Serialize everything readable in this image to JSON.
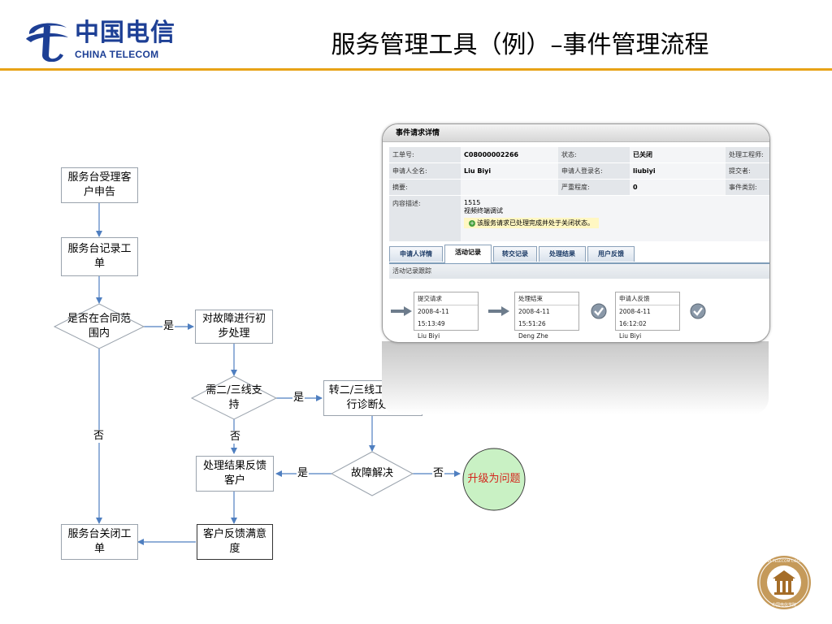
{
  "header": {
    "logo_cn": "中国电信",
    "logo_en": "CHINA TELECOM",
    "title": "服务管理工具（例）–事件管理流程",
    "rule_color": "#e8a317",
    "brand_color": "#1d3f95"
  },
  "flowchart": {
    "nodes": {
      "n1": "服务台受理客户申告",
      "n2": "服务台记录工单",
      "d1": "是否在合同范围内",
      "n3": "对故障进行初步处理",
      "d2": "需二/三线支持",
      "n4": "转二/三线工程师进行诊断处理",
      "d3": "故障解决",
      "n5": "处理结果反馈客户",
      "c1": "升级为问题",
      "n6": "服务台关闭工单",
      "n7": "客户反馈满意度"
    },
    "edge_labels": {
      "d1_yes": "是",
      "d1_no": "否",
      "d2_yes": "是",
      "d2_no": "否",
      "d3_yes": "是",
      "d3_no": "否"
    },
    "colors": {
      "arrow": "#4f7fc0",
      "circle_fill": "#c9f1c4",
      "circle_text": "#d4261d"
    }
  },
  "screenshot": {
    "title": "事件请求详情",
    "fields": {
      "ticket_label": "工单号:",
      "ticket_value": "C08000002266",
      "status_label": "状态:",
      "status_value": "已关闭",
      "engineer_label": "处理工程师:",
      "requester_label": "申请人全名:",
      "requester_value": "Liu Biyi",
      "login_label": "申请人登录名:",
      "login_value": "liubiyi",
      "submitter_label": "提交者:",
      "summary_label": "摘要:",
      "severity_label": "严重程度:",
      "severity_value": "0",
      "category_label": "事件类别:",
      "content_label": "内容描述:",
      "content_line1": "1515",
      "content_line2": "视频终端调试",
      "note": "该服务请求已处理完成并处于关闭状态。"
    },
    "tabs": [
      "申请人详情",
      "活动记录",
      "转交记录",
      "处理结果",
      "用户反馈"
    ],
    "activity_header": "活动记录跟踪",
    "steps": [
      {
        "name": "提交请求",
        "time": "2008-4-11 15:13:49",
        "person": "Liu Biyi"
      },
      {
        "name": "处理结束",
        "time": "2008-4-11 15:51:26",
        "person": "Deng Zhe"
      },
      {
        "name": "申请人反馈",
        "time": "2008-4-11 16:12:02",
        "person": "Liu Biyi"
      }
    ]
  },
  "footer": {
    "college_logo_text": "CHINA TELECOM COLLEGE",
    "college_logo_cn": "中国电信学院"
  }
}
